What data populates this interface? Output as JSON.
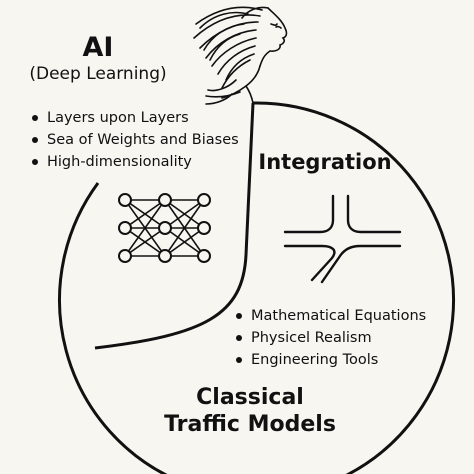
{
  "ai": {
    "title": "AI",
    "subtitle": "(Deep Learning)",
    "bullets": [
      "Layers upon Layers",
      "Sea of Weights and Biases",
      "High-dimensionality"
    ]
  },
  "integration": {
    "title": "Integration"
  },
  "classical": {
    "title_line1": "Classical",
    "title_line2": "Traffic Models",
    "bullets": [
      "Mathematical Equations",
      "Physicel Realism",
      "Engineering Tools"
    ]
  },
  "colors": {
    "ink": "#111111",
    "background": "#f7f6f1"
  },
  "icons": [
    "mermaid-figure-illustration",
    "neural-network-icon",
    "road-junction-icon"
  ]
}
